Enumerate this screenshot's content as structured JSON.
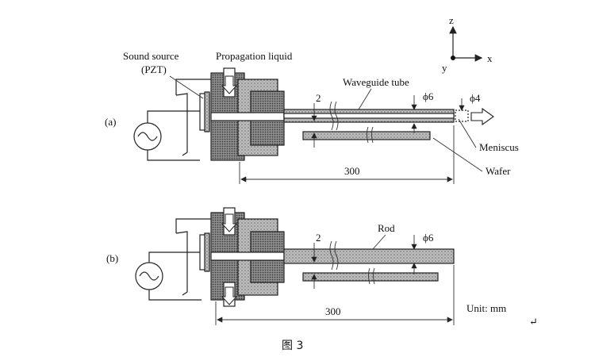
{
  "axes": {
    "z": "z",
    "x": "x",
    "y": "y"
  },
  "part_a": {
    "tag": "(a)",
    "sound_source": "Sound source",
    "pzt": "(PZT)",
    "propagation_liquid": "Propagation liquid",
    "waveguide_tube": "Waveguide tube",
    "gap_dim": "2",
    "dia_outer": "ϕ6",
    "dia_inner": "ϕ4",
    "meniscus": "Meniscus",
    "wafer": "Wafer",
    "length": "300"
  },
  "part_b": {
    "tag": "(b)",
    "rod": "Rod",
    "gap_dim": "2",
    "dia": "ϕ6",
    "length": "300",
    "unit": "Unit: mm"
  },
  "caption": "图 3"
}
